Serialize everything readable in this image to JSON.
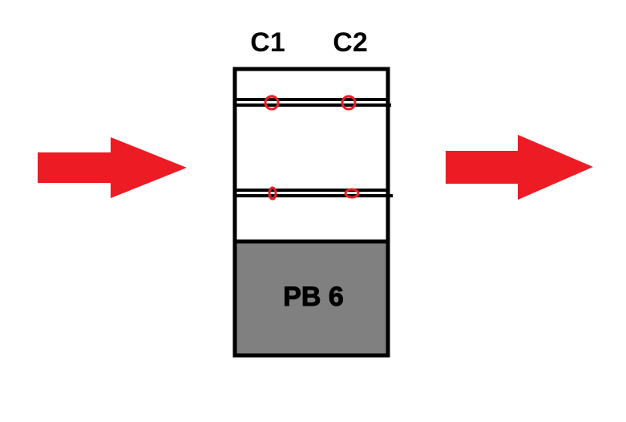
{
  "labels": {
    "c1": "C1",
    "c2": "C2",
    "block": "PB 6"
  },
  "colors": {
    "arrow": "#ed1c24",
    "block_fill": "#808080",
    "outline": "#000000",
    "marker": "#ed1c24"
  }
}
